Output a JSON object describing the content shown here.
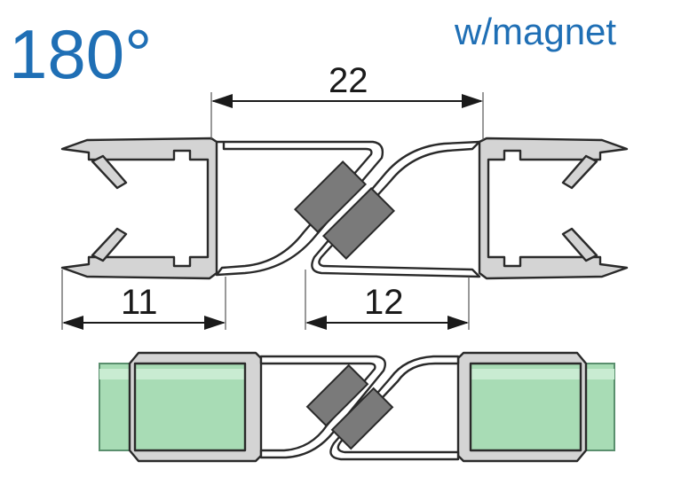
{
  "angle_label": "180°",
  "variant_label": "w/magnet",
  "dimensions": {
    "top_width": "22",
    "left_width": "11",
    "right_width": "12"
  },
  "colors": {
    "label_blue": "#1f6fb5",
    "profile_fill": "#d4d4d4",
    "outline": "#2a2a2a",
    "magnet": "#7a7a7a",
    "glass": "#a8dcb5"
  }
}
